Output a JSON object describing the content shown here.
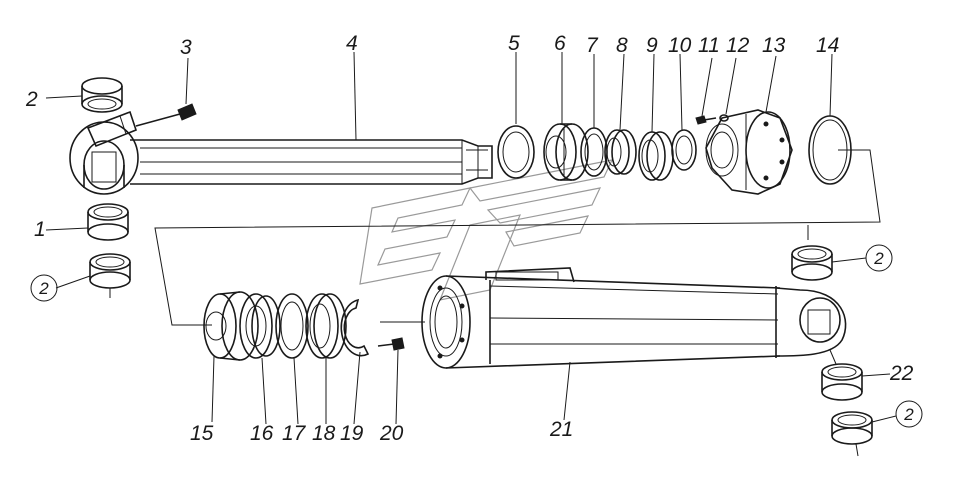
{
  "diagram": {
    "labels": {
      "l1": "1",
      "l2a": "2",
      "l2b": "2",
      "l2c": "2",
      "l2d": "2",
      "l3": "3",
      "l4": "4",
      "l5": "5",
      "l6": "6",
      "l7": "7",
      "l8": "8",
      "l9": "9",
      "l10": "10",
      "l11": "11",
      "l12": "12",
      "l13": "13",
      "l14": "14",
      "l15": "15",
      "l16": "16",
      "l17": "17",
      "l18": "18",
      "l19": "19",
      "l20": "20",
      "l21": "21",
      "l22": "22"
    },
    "colors": {
      "ink": "#1a1a1a",
      "paper": "#ffffff",
      "watermark": "#9a9a9a"
    }
  }
}
